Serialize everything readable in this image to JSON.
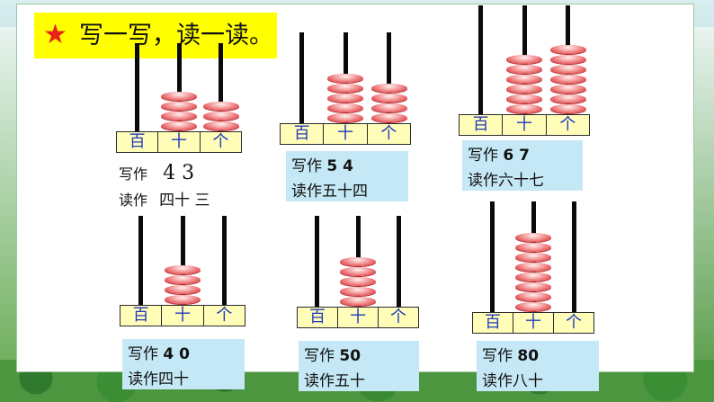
{
  "title": {
    "star": "★",
    "text": "写一写，读一读。"
  },
  "colors": {
    "title_bg": "#ffff00",
    "star": "#e8211b",
    "bead": "#e0494e",
    "frame": "#fffdb8",
    "label": "#1f3bbd",
    "answer_bg": "#c5e8f6"
  },
  "abaci": [
    {
      "labels": [
        "百",
        "十",
        "个"
      ],
      "beads": [
        0,
        4,
        3
      ],
      "write_label": "写作",
      "write_value": "4  3",
      "read_label": "读作",
      "read_value": "四十  三"
    },
    {
      "labels": [
        "百",
        "十",
        "个"
      ],
      "beads": [
        0,
        5,
        4
      ],
      "write_label": "写作",
      "write_value": "5 4",
      "read_label": "读作",
      "read_value": "五十四"
    },
    {
      "labels": [
        "百",
        "十",
        "个"
      ],
      "beads": [
        0,
        6,
        7
      ],
      "write_label": "写作",
      "write_value": "6 7",
      "read_label": "读作",
      "read_value": "六十七"
    },
    {
      "labels": [
        "百",
        "十",
        "个"
      ],
      "beads": [
        0,
        4,
        0
      ],
      "write_label": "写作",
      "write_value": "4 0",
      "read_label": "读作",
      "read_value": "四十"
    },
    {
      "labels": [
        "百",
        "十",
        "个"
      ],
      "beads": [
        0,
        5,
        0
      ],
      "write_label": "写作",
      "write_value": "50",
      "read_label": "读作",
      "read_value": "五十"
    },
    {
      "labels": [
        "百",
        "十",
        "个"
      ],
      "beads": [
        0,
        8,
        0
      ],
      "write_label": "写作",
      "write_value": "80",
      "read_label": "读作",
      "read_value": "八十"
    }
  ]
}
